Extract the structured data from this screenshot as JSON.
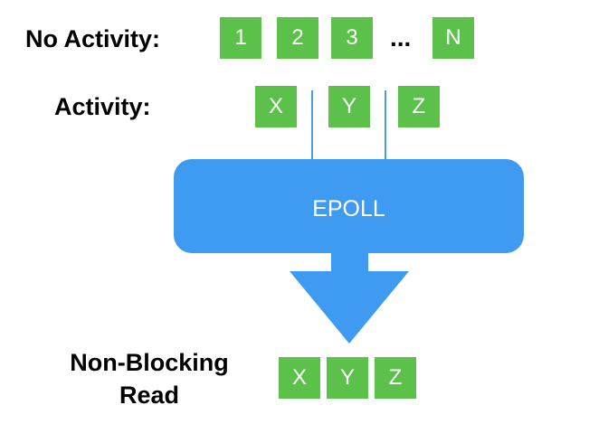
{
  "labels": {
    "no_activity": "No Activity:",
    "activity": "Activity:",
    "non_blocking_line1": "Non-Blocking",
    "non_blocking_line2": "Read"
  },
  "no_activity_boxes": [
    "1",
    "2",
    "3",
    "N"
  ],
  "no_activity_ellipsis": "...",
  "activity_boxes": [
    "X",
    "Y",
    "Z"
  ],
  "epoll_label": "EPOLL",
  "result_boxes": [
    "X",
    "Y",
    "Z"
  ],
  "colors": {
    "box_green": "#5cc14a",
    "epoll_blue": "#3f9bf2",
    "line_blue": "#4a9ee8"
  }
}
